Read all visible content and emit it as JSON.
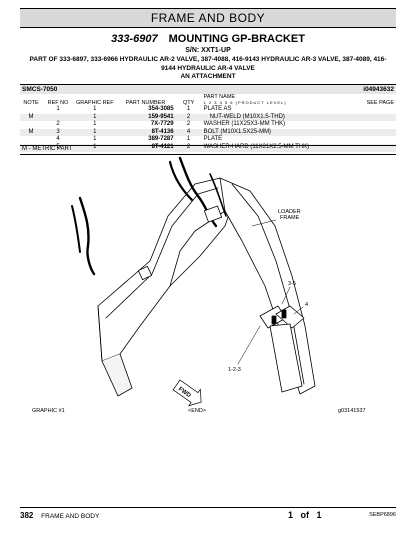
{
  "section_title": "FRAME AND BODY",
  "group_number": "333-6907",
  "group_name": "MOUNTING GP-BRACKET",
  "serial": "S/N: XXT1-UP",
  "part_of": "PART OF 333-6897, 333-6966 HYDRAULIC AR-2 VALVE, 387-4088, 416-9143 HYDRAULIC AR-3 VALVE, 387-4089, 416-9144 HYDRAULIC AR-4 VALVE",
  "attachment": "AN ATTACHMENT",
  "smcs": "SMCS-7050",
  "doc_id": "i04943632",
  "columns": {
    "note": "NOTE",
    "ref_no": "REF NO",
    "graphic_ref": "GRAPHIC REF",
    "part_number": "PART NUMBER",
    "qty": "QTY",
    "part_name": "PART NAME",
    "part_name_sub": "1 2 3 4 5 6 (PRODUCT LEVEL)",
    "see_page": "SEE PAGE"
  },
  "parts": [
    {
      "note": "",
      "ref": "1",
      "graphic": "1",
      "part_number": "354-3085",
      "qty": "1",
      "name": "PLATE AS"
    },
    {
      "note": "M",
      "ref": "",
      "graphic": "1",
      "part_number": "159-9541",
      "qty": "2",
      "name": "NUT-WELD (M10X1.5-THD)"
    },
    {
      "note": "",
      "ref": "2",
      "graphic": "1",
      "part_number": "7X-7729",
      "qty": "2",
      "name": "WASHER (11X25X3-MM THK)"
    },
    {
      "note": "M",
      "ref": "3",
      "graphic": "1",
      "part_number": "8T-4136",
      "qty": "4",
      "name": "BOLT (M10X1.5X25-MM)"
    },
    {
      "note": "",
      "ref": "4",
      "graphic": "1",
      "part_number": "389-7287",
      "qty": "1",
      "name": "PLATE"
    },
    {
      "note": "",
      "ref": "5",
      "graphic": "1",
      "part_number": "8T-4121",
      "qty": "2",
      "name": "WASHER-HARD (11X21X2.5-MM THK)"
    }
  ],
  "metric_note": "M - METRIC PART",
  "drawing": {
    "loader_frame_label_1": "LOADER",
    "loader_frame_label_2": "FRAME",
    "callout_35": "3-5",
    "callout_4": "4",
    "callout_123": "1-2-3",
    "fwd": "FWD",
    "graphic_label": "GRAPHIC #1",
    "end_label": "<END>",
    "graphic_id": "g03141537"
  },
  "footer": {
    "page": "382",
    "section": "FRAME AND BODY",
    "page_of": "1   of   1",
    "book": "SEBP6896"
  }
}
